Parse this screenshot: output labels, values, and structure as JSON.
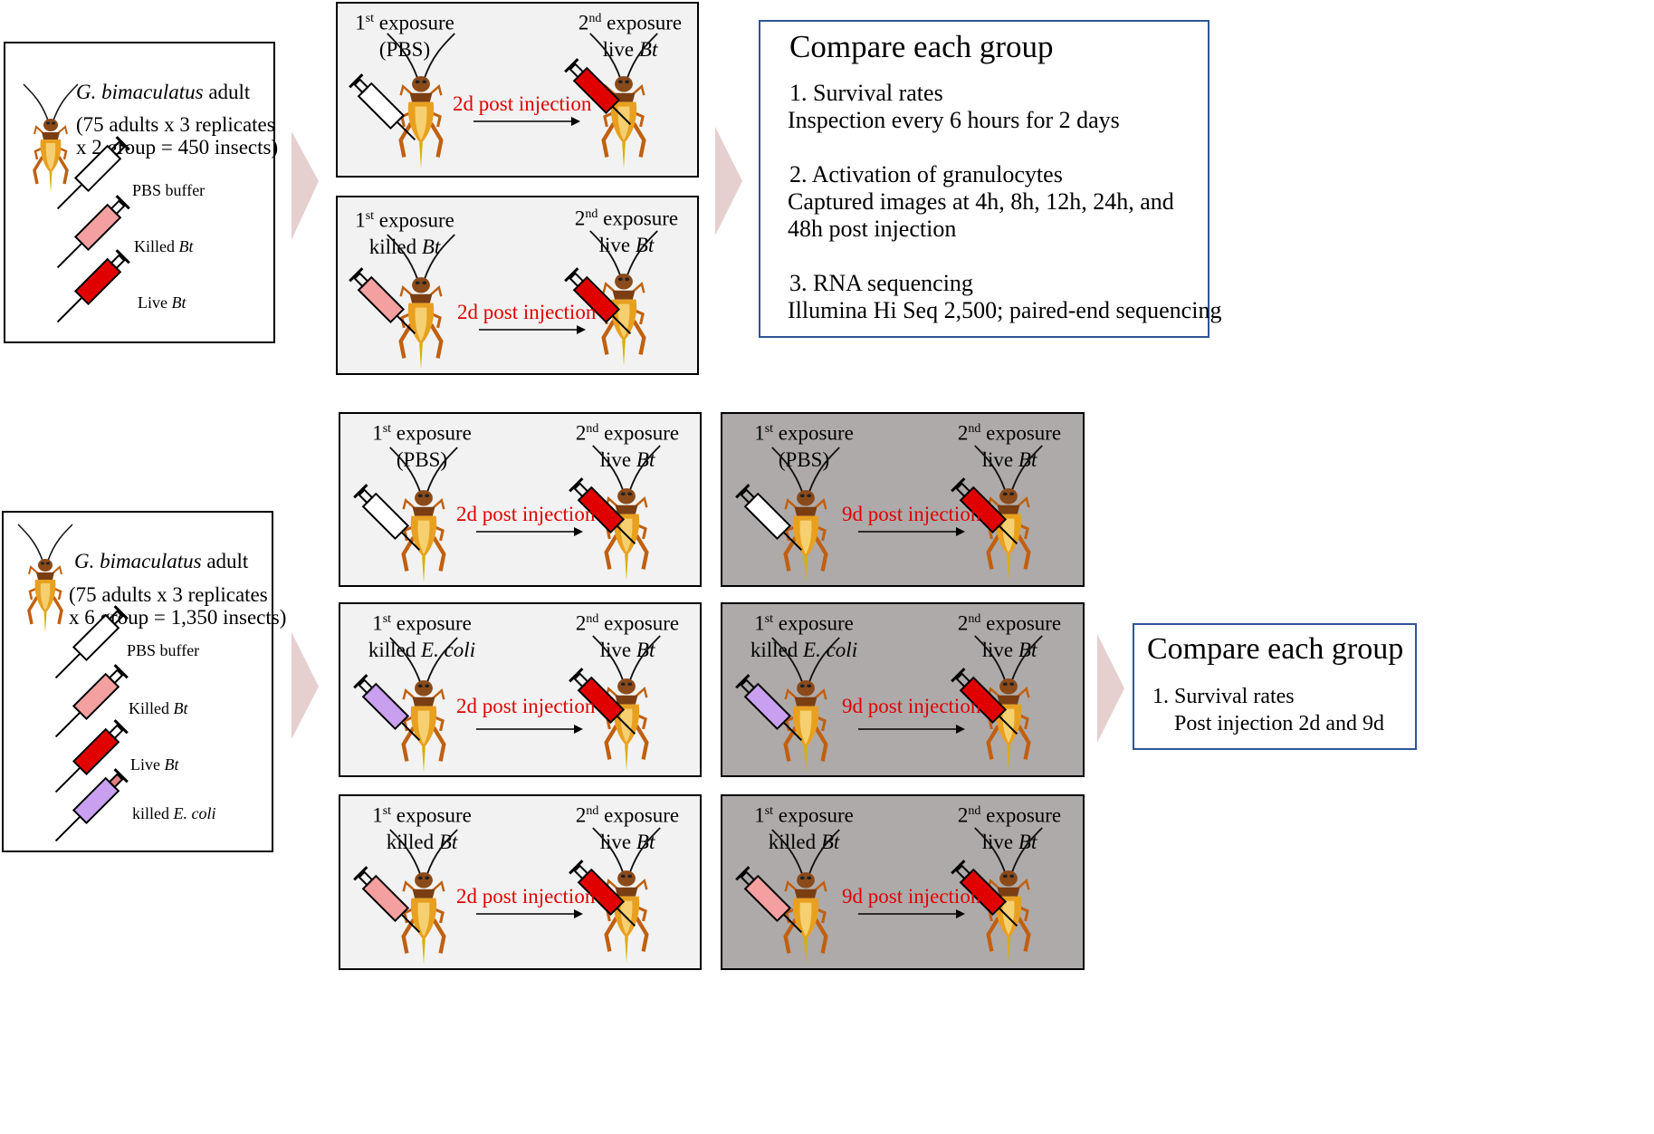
{
  "top_section": {
    "source": {
      "species": "G. bimaculatus",
      "species_suffix": "adult",
      "count_line1": "(75 adults x 3 replicates",
      "count_line2": "x 2 group = 450 insects)",
      "syringes": [
        {
          "label": "PBS buffer",
          "italic": "",
          "color": "#ffffff"
        },
        {
          "label": "Killed",
          "italic": "Bt",
          "color": "#f4a0a0"
        },
        {
          "label": "Live",
          "italic": "Bt",
          "color": "#e00000"
        }
      ]
    },
    "panels": [
      {
        "first_a": "1",
        "first_sup": "st",
        "first_b": " exposure",
        "first_line2": "(PBS)",
        "first_italic": "",
        "second_a": "2",
        "second_sup": "nd",
        "second_b": " exposure",
        "second_line2": "live ",
        "second_italic": "Bt",
        "interval": "2d post injection",
        "first_color": "#ffffff"
      },
      {
        "first_a": "1",
        "first_sup": "st",
        "first_b": " exposure",
        "first_line2": "killed ",
        "first_italic": "Bt",
        "second_a": "2",
        "second_sup": "nd",
        "second_b": " exposure",
        "second_line2": "live ",
        "second_italic": "Bt",
        "interval": "2d post injection",
        "first_color": "#f4a0a0"
      }
    ],
    "compare": {
      "title": "Compare each group",
      "lines": [
        "1. Survival rates",
        "Inspection every 6 hours for 2 days",
        "2. Activation of granulocytes",
        "Captured images at 4h, 8h, 12h, 24h, and",
        "48h post injection",
        "3. RNA sequencing",
        "Illumina Hi Seq 2,500; paired-end sequencing"
      ]
    }
  },
  "bottom_section": {
    "source": {
      "species": "G. bimaculatus",
      "species_suffix": "adult",
      "count_line1": "(75 adults x 3 replicates",
      "count_line2": "x 6 group = 1,350 insects)",
      "syringes": [
        {
          "label": "PBS buffer",
          "italic": "",
          "color": "#ffffff"
        },
        {
          "label": "Killed",
          "italic": "Bt",
          "color": "#f4a0a0"
        },
        {
          "label": "Live",
          "italic": "Bt",
          "color": "#e00000"
        },
        {
          "label": "killed",
          "italic": "E. coli",
          "color": "#c9a0f0"
        }
      ]
    },
    "panels_2d": [
      {
        "first_line2": "(PBS)",
        "first_italic": "",
        "interval": "2d post injection",
        "first_color": "#ffffff"
      },
      {
        "first_line2": "killed ",
        "first_italic": "E. coli",
        "interval": "2d post injection",
        "first_color": "#c9a0f0"
      },
      {
        "first_line2": "killed ",
        "first_italic": "Bt",
        "interval": "2d post injection",
        "first_color": "#f4a0a0"
      }
    ],
    "panels_9d": [
      {
        "first_line2": "(PBS)",
        "first_italic": "",
        "interval": "9d post injection",
        "first_color": "#ffffff"
      },
      {
        "first_line2": "killed ",
        "first_italic": "E. coli",
        "interval": "9d post injection",
        "first_color": "#c9a0f0"
      },
      {
        "first_line2": "killed ",
        "first_italic": "Bt",
        "interval": "9d post injection",
        "first_color": "#f4a0a0"
      }
    ],
    "first_exposure": {
      "a": "1",
      "sup": "st",
      "b": " exposure"
    },
    "second_exposure": {
      "a": "2",
      "sup": "nd",
      "b": " exposure",
      "line2": "live ",
      "italic": "Bt"
    },
    "compare": {
      "title": "Compare each group",
      "lines": [
        "1. Survival rates",
        "Post injection 2d and 9d"
      ]
    }
  },
  "colors": {
    "interval_text": "#e00000",
    "compare_border": "#2f5597",
    "panel_light": "#f2f2f2",
    "panel_dark": "#aeaaaa",
    "live_bt": "#e00000"
  }
}
